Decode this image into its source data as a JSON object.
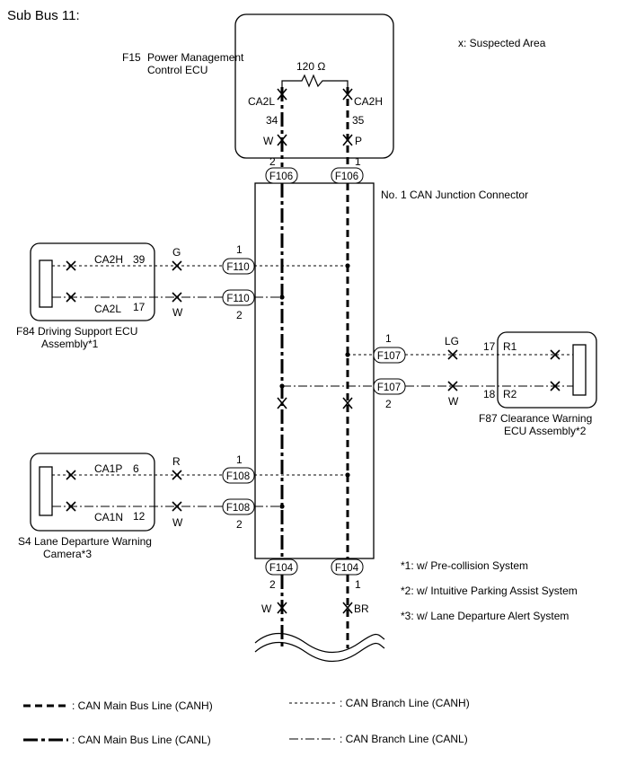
{
  "title": "Sub Bus 11:",
  "suspected_area": "x: Suspected Area",
  "ecus": {
    "f15": {
      "code": "F15",
      "name_line1": "Power Management",
      "name_line2": "Control ECU",
      "resistor": "120 Ω",
      "pin_l": "CA2L",
      "pin_h": "CA2H"
    },
    "f84": {
      "name_line1": "F84 Driving Support ECU",
      "name_line2": "Assembly*1",
      "pin_h": "CA2H",
      "pin_l": "CA2L",
      "num_h": "39",
      "num_l": "17"
    },
    "s4": {
      "name_line1": "S4 Lane Departure Warning",
      "name_line2": "Camera*3",
      "pin_p": "CA1P",
      "pin_n": "CA1N",
      "num_p": "6",
      "num_n": "12"
    },
    "f87": {
      "name_line1": "F87 Clearance Warning",
      "name_line2": "ECU Assembly*2",
      "pin_1": "R1",
      "pin_2": "R2",
      "num_1": "17",
      "num_2": "18"
    }
  },
  "junction": {
    "label": "No. 1 CAN Junction Connector"
  },
  "connectors": {
    "f106": "F106",
    "f110": "F110",
    "f107": "F107",
    "f108": "F108",
    "f104": "F104"
  },
  "pins": {
    "top_l_num": "34",
    "top_h_num": "35",
    "top_l_color": "W",
    "top_h_color": "P",
    "f106_l": "2",
    "f106_h": "1",
    "f110_h": "1",
    "f110_l": "2",
    "f84_h_color": "G",
    "f84_l_color": "W",
    "f107_h": "1",
    "f107_l": "2",
    "f87_h_color": "LG",
    "f87_l_color": "W",
    "f108_h": "1",
    "f108_l": "2",
    "s4_h_color": "R",
    "s4_l_color": "W",
    "f104_l": "2",
    "f104_h": "1",
    "bot_l_color": "W",
    "bot_h_color": "BR"
  },
  "notes": [
    "*1: w/ Pre-collision System",
    "*2: w/ Intuitive Parking Assist System",
    "*3: w/ Lane Departure Alert System"
  ],
  "legend": {
    "main_canh": ": CAN Main Bus Line (CANH)",
    "main_canl": ": CAN Main Bus Line (CANL)",
    "branch_canh": ": CAN Branch Line (CANH)",
    "branch_canl": ": CAN Branch Line (CANL)"
  }
}
